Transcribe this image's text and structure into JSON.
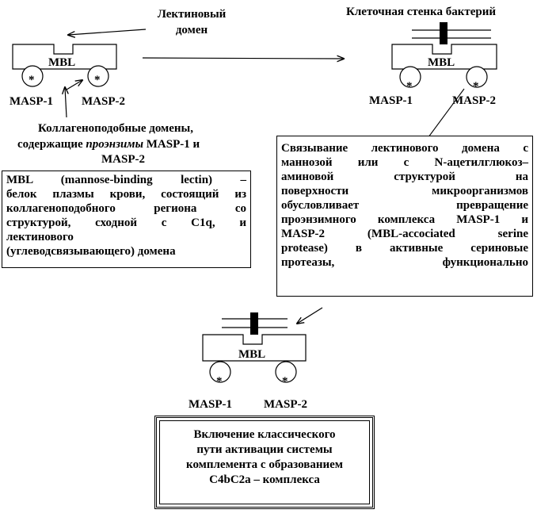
{
  "labels": {
    "lectin_domain_line1": "Лектиновый",
    "lectin_domain_line2": "домен",
    "cell_wall": "Клеточная стенка бактерий",
    "mbl": "MBL",
    "masp1": "MASP-1",
    "masp2": "MASP-2",
    "star": "*",
    "collagen_line1": "Коллагеноподобные домены,",
    "collagen_line2_a": "содержащие ",
    "collagen_line2_b": "проэнзимы",
    "collagen_line2_c": " MASP-1 и",
    "collagen_line3": "MASP-2"
  },
  "boxes": {
    "mbl_definition": [
      "MBL (mannose-binding lectin) –",
      "белок плазмы крови, состоящий из",
      "коллагеноподобного региона со",
      "структурой, сходной с C1q, и",
      "лектинового",
      "(углеводсвязывающего) домена"
    ],
    "binding": [
      "Связывание лектинового домена с",
      "маннозой или с N-ацетилглюкоз–",
      "аминовой структурой на",
      "поверхности микроорганизмов",
      "обусловливает превращение",
      "проэнзимного комплекса MASP-1 и",
      "MASP-2 (MBL-accociated serine",
      "protease) в активные сериновые",
      "протеазы, функционально"
    ],
    "final": [
      "Включение классического",
      "пути активации системы",
      "комплемента с образованием",
      "C4bC2a – комплекса"
    ]
  }
}
